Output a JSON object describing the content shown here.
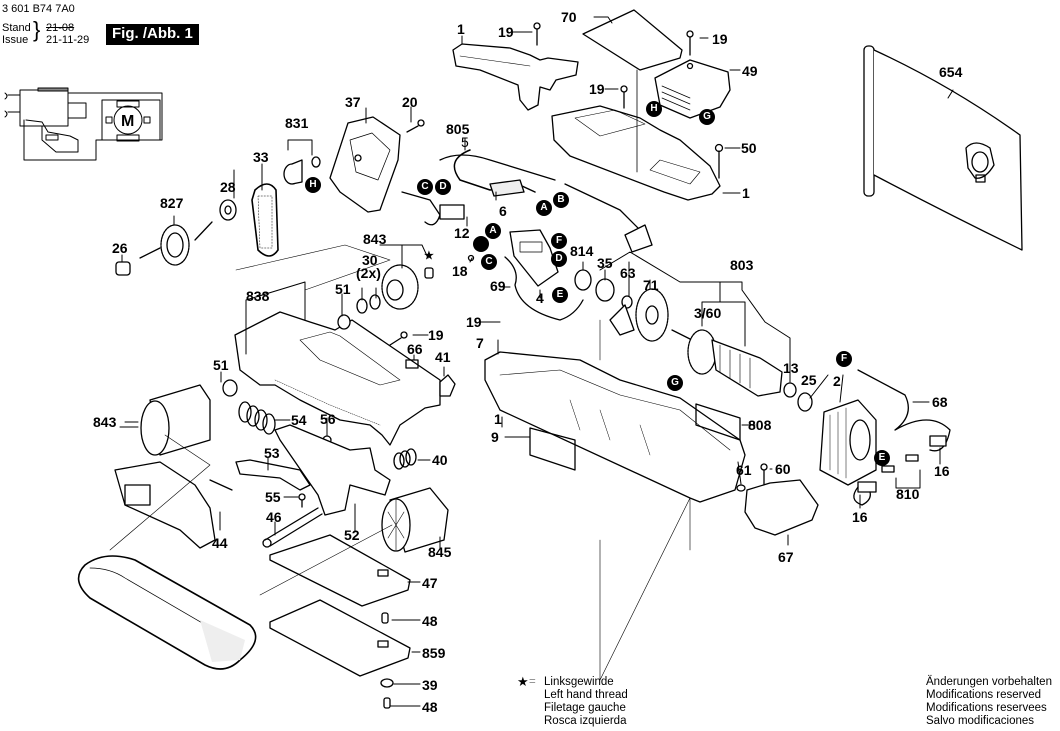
{
  "header": {
    "doc_number": "3 601 B74 7A0",
    "stand_label": "Stand",
    "issue_label": "Issue",
    "old_date": "21-08",
    "issue_date": "21-11-29",
    "figure_label": "Fig. /Abb. 1"
  },
  "schematic": {
    "motor_symbol": "M"
  },
  "legend_left": {
    "symbol": "★",
    "equals": "=",
    "lines": [
      "Linksgewinde",
      "Left hand thread",
      "Filetage gauche",
      "Rosca izquierda"
    ]
  },
  "legend_right": {
    "lines": [
      "Änderungen vorbehalten",
      "Modifications reserved",
      "Modifications reservees",
      "Salvo modificaciones"
    ]
  },
  "callouts": {
    "A": "A",
    "B": "B",
    "C": "C",
    "D": "D",
    "E": "E",
    "F": "F",
    "G": "G",
    "H": "H"
  },
  "parts": {
    "p1_handle": "1",
    "p19_a": "19",
    "p70": "70",
    "p19_b": "19",
    "p49": "49",
    "p19_c": "19",
    "p50": "50",
    "p1_housing": "1",
    "p654": "654",
    "p37": "37",
    "p20": "20",
    "p831": "831",
    "p33": "33",
    "p28": "28",
    "p827": "827",
    "p26": "26",
    "p805": "805",
    "p5": "5",
    "p6": "6",
    "p12": "12",
    "p843_top": "843",
    "p30": "30",
    "p30_qty": "(2x)",
    "p18": "18",
    "p814": "814",
    "p35": "35",
    "p63": "63",
    "p71": "71",
    "p803": "803",
    "p4": "4",
    "p69": "69",
    "p838": "838",
    "p51_top": "51",
    "p19_d": "19",
    "p19_e": "19",
    "p7": "7",
    "p3_60": "3/60",
    "p66": "66",
    "p41": "41",
    "p51_left": "51",
    "p13": "13",
    "p25": "25",
    "p2": "2",
    "p68": "68",
    "p843_left": "843",
    "p54": "54",
    "p56": "56",
    "p1_base": "1",
    "p9": "9",
    "p808": "808",
    "p40": "40",
    "p53": "53",
    "p61": "61",
    "p60": "60",
    "p16_right": "16",
    "p810": "810",
    "p55": "55",
    "p46": "46",
    "p52": "52",
    "p845": "845",
    "p16_bottom": "16",
    "p44": "44",
    "p67": "67",
    "p47": "47",
    "p48_a": "48",
    "p859": "859",
    "p39": "39",
    "p48_b": "48"
  }
}
